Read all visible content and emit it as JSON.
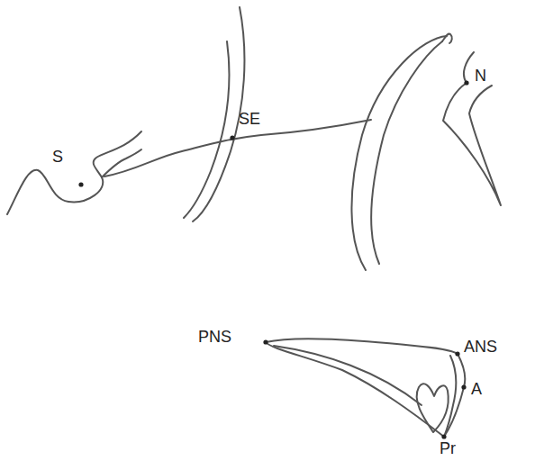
{
  "diagram": {
    "labels": [
      "S",
      "SE",
      "N",
      "PNS",
      "ANS",
      "A",
      "Pr"
    ]
  }
}
